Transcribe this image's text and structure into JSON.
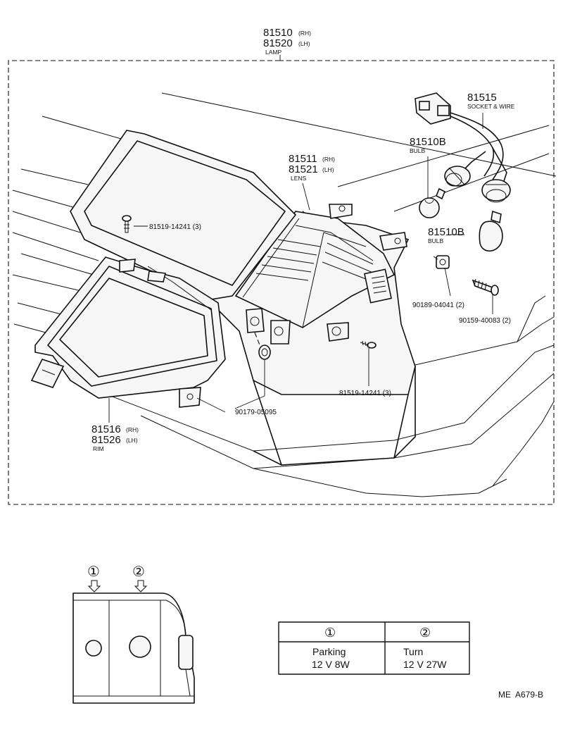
{
  "main_part": {
    "number_rh": "81510",
    "tag_rh": "(RH)",
    "number_lh": "81520",
    "tag_lh": "(LH)",
    "name": "LAMP"
  },
  "parts": {
    "socket_wire": {
      "number": "81515",
      "name": "SOCKET & WIRE"
    },
    "bulb_1": {
      "number": "81510B",
      "name": "BULB"
    },
    "bulb_2": {
      "number": "81510B",
      "name": "BULB"
    },
    "lens": {
      "number_rh": "81511",
      "tag_rh": "(RH)",
      "number_lh": "81521",
      "tag_lh": "(LH)",
      "name": "LENS"
    },
    "screw_upper": {
      "label": "81519-14241 (3)"
    },
    "nut": {
      "label": "90189-04041 (2)"
    },
    "screw_side": {
      "label": "90159-40083 (2)"
    },
    "screw_lower": {
      "label": "81519-14241 (3)"
    },
    "grommet": {
      "label": "90179-05095"
    },
    "rim": {
      "number_rh": "81516",
      "tag_rh": "(RH)",
      "number_lh": "81526",
      "tag_lh": "(LH)",
      "name": "RIM"
    }
  },
  "inset": {
    "marker_1": "①",
    "marker_2": "②"
  },
  "bulb_table": {
    "headers": [
      "①",
      "②"
    ],
    "rows": [
      {
        "col1_line1": "Parking",
        "col1_line2": "12 V 8W",
        "col2_line1": "Turn",
        "col2_line2": "12 V 27W"
      }
    ]
  },
  "reference_code": "ME  A679-B"
}
